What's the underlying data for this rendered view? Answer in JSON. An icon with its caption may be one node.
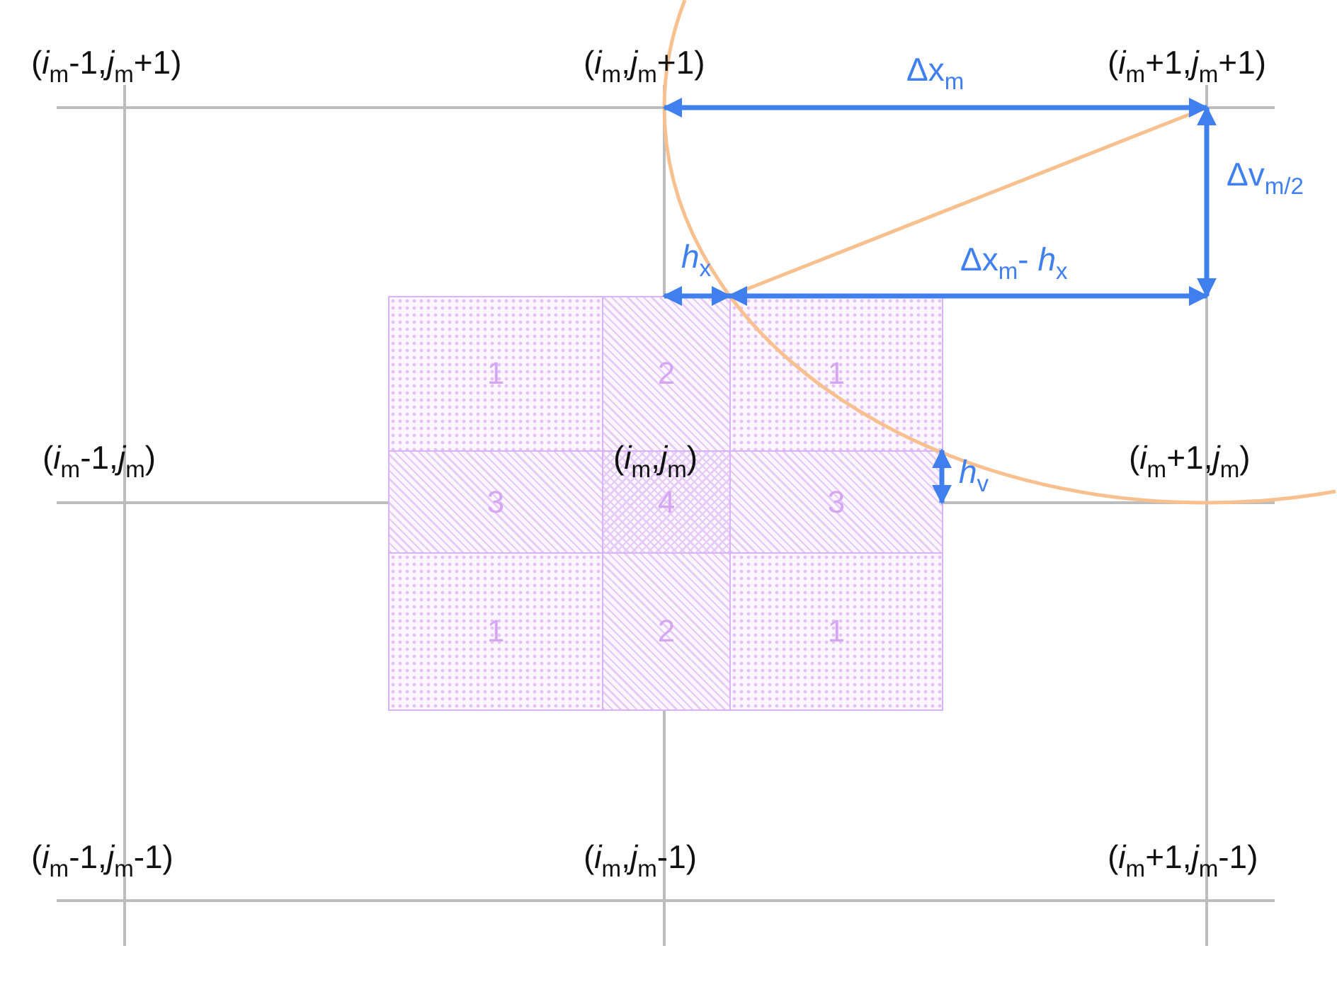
{
  "diagram": {
    "nodes": [
      {
        "text": [
          "1"
        ]
      },
      {
        "text": [
          "2"
        ]
      },
      {
        "text": [
          "1"
        ]
      },
      {
        "text": [
          "3"
        ]
      },
      {
        "text": [
          "4"
        ]
      },
      {
        "text": [
          "3"
        ]
      },
      {
        "text": [
          "1"
        ]
      },
      {
        "text": [
          "2"
        ]
      },
      {
        "text": [
          "1"
        ]
      }
    ],
    "labels": [
      "(*i*$_{m}$-1,*j*$_{m}$+1)",
      "(*i*$_{m}$,*j*$_{m}$+1)",
      "Δx$_{m}$",
      "(*i*$_{m}$+1,*j*$_{m}$+1)",
      "Δv$_{m/2}$",
      "*h*$_{x}$",
      "Δx$_{m}$- *h*$_{x}$",
      "(*i*$_{m}$-1,*j*$_{m}$)",
      "(*i*$_{m}$,*j*$_{m}$)",
      "*h*$_{v}$",
      "(*i*$_{m}$+1,*j*$_{m}$)",
      "(*i*$_{m}$-1,*j*$_{m}$-1)",
      "(*i*$_{m}$,*j*$_{m}$-1)",
      "(*i*$_{m}$+1,*j*$_{m}$-1)"
    ]
  }
}
